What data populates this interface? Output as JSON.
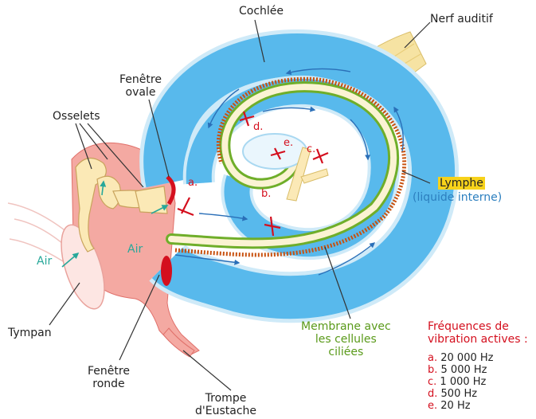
{
  "labels": {
    "cochlee": "Cochlée",
    "nerf": "Nerf auditif",
    "fenetre_ovale": "Fenêtre\novale",
    "osselets": "Osselets",
    "air_left": "Air",
    "air_mid": "Air",
    "tympan": "Tympan",
    "fenetre_ronde": "Fenêtre\nronde",
    "trompe": "Trompe\nd'Eustache",
    "membrane": "Membrane avec\nles cellules\nciliées",
    "lymphe": "Lymphe",
    "lymphe_sub": "(liquide interne)"
  },
  "markers": [
    "a.",
    "b.",
    "c.",
    "d.",
    "e."
  ],
  "legend": {
    "title": "Fréquences de\nvibration actives :",
    "items": [
      {
        "key": "a.",
        "value": "20 000 Hz"
      },
      {
        "key": "b.",
        "value": "5 000 Hz"
      },
      {
        "key": "c.",
        "value": "1 000 Hz"
      },
      {
        "key": "d.",
        "value": "500 Hz"
      },
      {
        "key": "e.",
        "value": "20 Hz"
      }
    ]
  },
  "colors": {
    "lymph": "#58b9ec",
    "lymph_outer": "#cfeaf8",
    "membrane": "#6fae2a",
    "hair_cells": "#c8510f",
    "inner_canal": "#fbf3d3",
    "ear_pink": "#f4a9a2",
    "ossicles": "#fbe9b6",
    "nerve": "#f6e3a3",
    "marker_red": "#d40f1e"
  }
}
